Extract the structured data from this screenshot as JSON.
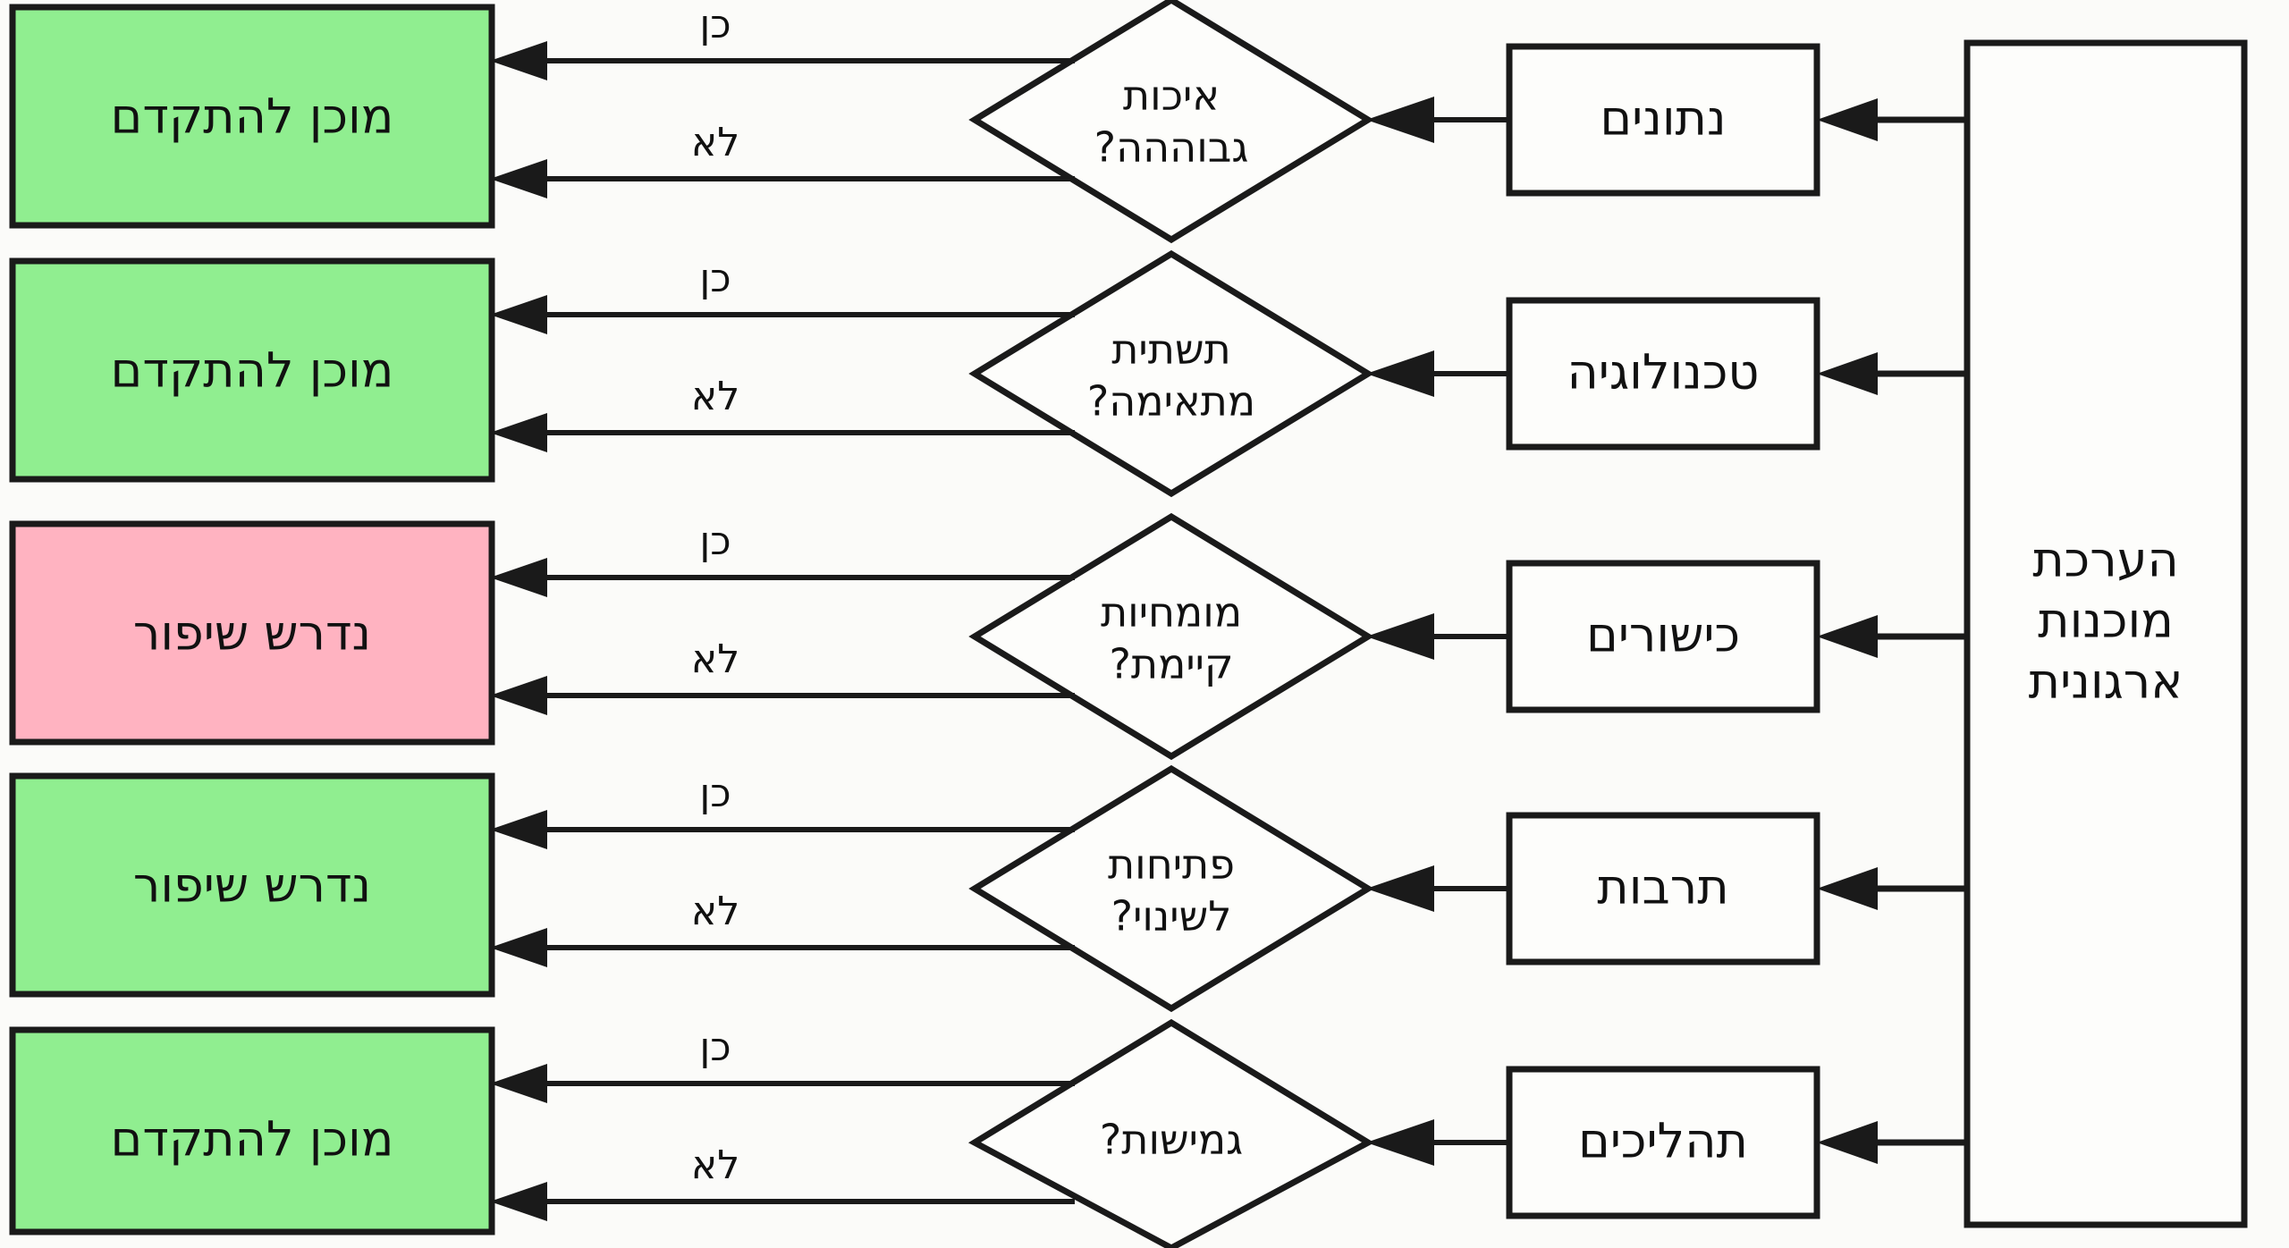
{
  "diagram": {
    "title": "הערכת מוכנות ארגונית",
    "direction": "right-to-left",
    "language": "he",
    "colors": {
      "ready": "#90EE90",
      "improve": "#FFB3C1",
      "neutral": "#FDFDFB",
      "stroke": "#1A1A1A",
      "background": "#FBFBF9"
    },
    "root": {
      "label_lines": [
        "הערכת",
        "מוכנות",
        "ארגונית"
      ],
      "line_1": "הערכת",
      "line_2": "מוכנות",
      "line_3": "ארגונית"
    },
    "edge_labels": {
      "yes": "כן",
      "no": "לא"
    },
    "branches": [
      {
        "category": "נתונים",
        "question_lines": [
          "איכות",
          "גבוהה?"
        ],
        "question_line_1": "איכות",
        "question_line_2": "גבוההה?",
        "outcome": "מוכן להתקדם",
        "outcome_color": "#90EE90"
      },
      {
        "category": "טכנולוגיה",
        "question_lines": [
          "תשתית",
          "מתאימה?"
        ],
        "question_line_1": "תשתית",
        "question_line_2": "מתאימה?",
        "outcome": "מוכן להתקדם",
        "outcome_color": "#90EE90"
      },
      {
        "category": "כישורים",
        "question_lines": [
          "מומחיות",
          "קיימת?"
        ],
        "question_line_1": "מומחיות",
        "question_line_2": "קיימת?",
        "outcome": "נדרש שיפור",
        "outcome_color": "#FFB3C1"
      },
      {
        "category": "תרבות",
        "question_lines": [
          "פתיחות",
          "לשינוי?"
        ],
        "question_line_1": "פתיחות",
        "question_line_2": "לשינוי?",
        "outcome": "נדרש שיפור",
        "outcome_color": "#90EE90"
      },
      {
        "category": "תהליכים",
        "question_lines": [
          "גמישות?"
        ],
        "question_line_1": "גמישות?",
        "question_line_2": "",
        "outcome": "מוכן להתקדם",
        "outcome_color": "#90EE90"
      }
    ]
  }
}
